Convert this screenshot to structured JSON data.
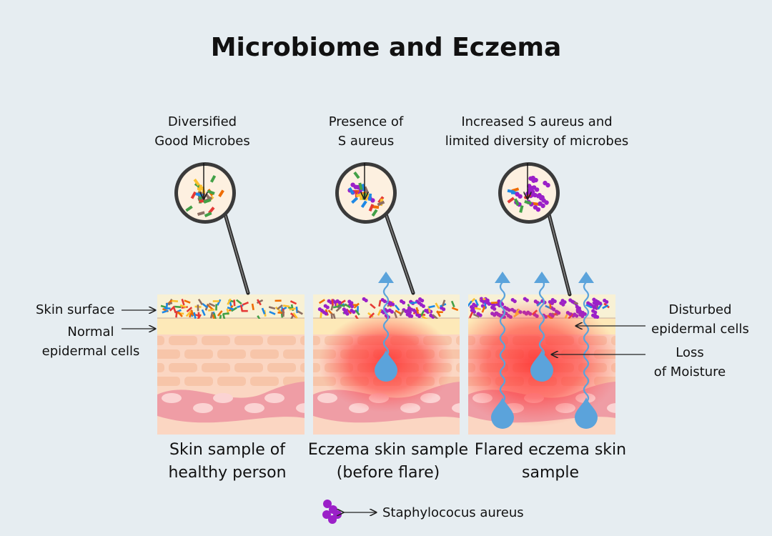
{
  "title": "Microbiome and Eczema",
  "panels": [
    {
      "top_label_1": "Diversified",
      "top_label_2": "Good Microbes",
      "caption_1": "Skin sample of",
      "caption_2": "healthy person"
    },
    {
      "top_label_1": "Presence of",
      "top_label_2": "S aureus",
      "caption_1": "Eczema skin sample",
      "caption_2": "(before flare)"
    },
    {
      "top_label_1": "Increased S aureus and",
      "top_label_2": "limited diversity of microbes",
      "caption_1": "Flared eczema skin",
      "caption_2": "sample"
    }
  ],
  "side_labels": {
    "skin_surface": "Skin surface",
    "normal_1": "Normal",
    "normal_2": "epidermal cells",
    "disturbed_1": "Disturbed",
    "disturbed_2": "epidermal cells",
    "loss_1": "Loss",
    "loss_2": "of Moisture"
  },
  "legend": {
    "label": "Staphylococus aureus",
    "icon": "staph-cluster-icon",
    "color": "#9b20c8"
  },
  "colors": {
    "background": "#e6edf1",
    "inflammation": "#ff3b3b",
    "moisture": "#5ba3db",
    "staph": "#9b20c8"
  }
}
